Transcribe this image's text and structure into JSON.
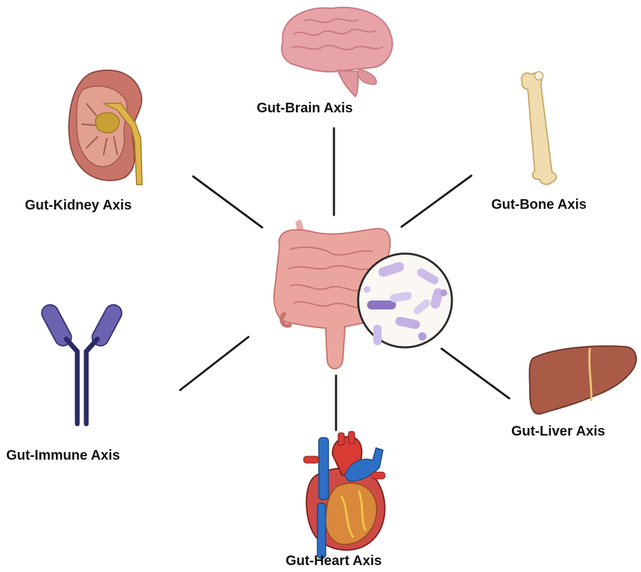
{
  "labels": {
    "brain": "Gut-Brain Axis",
    "kidney": "Gut-Kidney Axis",
    "bone": "Gut-Bone Axis",
    "immune": "Gut-Immune Axis",
    "liver": "Gut-Liver Axis",
    "heart": "Gut-Heart Axis"
  },
  "icons": {
    "center": "gut-microbiota-icon",
    "brain": "brain-icon",
    "kidney": "kidney-icon",
    "bone": "bone-icon",
    "immune": "antibody-icon",
    "liver": "liver-icon",
    "heart": "heart-icon"
  },
  "colors": {
    "intestine": "#e9a7a0",
    "brain": "#e8a2a8",
    "kidney": "#c9776a",
    "bone": "#f2deb0",
    "antibody": "#6b63b0",
    "liver": "#a85a48",
    "heart": "#d84a4a",
    "bacteria": "#b9a7db",
    "connector": "#1a1a1a"
  }
}
